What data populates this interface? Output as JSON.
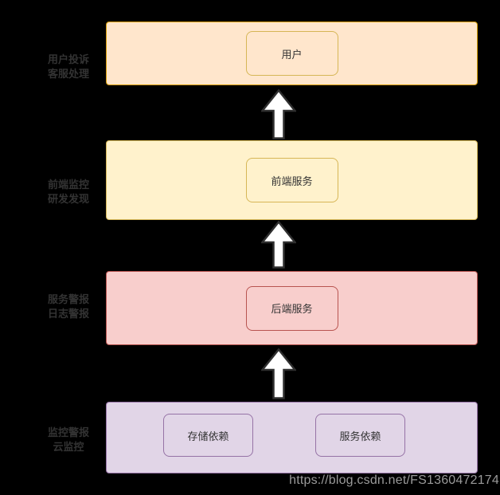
{
  "canvas": {
    "background": "#000000",
    "text_color": "#333333"
  },
  "watermark": {
    "text": "https://blog.csdn.net/FS1360472174",
    "color": "#9a9a9a"
  },
  "diagram": {
    "arrow": {
      "fill": "#ffffff",
      "stroke": "#2f2f2f"
    },
    "layers": [
      {
        "name": "user-complaint-layer",
        "side_label_lines": [
          "用户投诉",
          "客服处理"
        ],
        "fill": "#ffe6cc",
        "stroke": "#d79b00",
        "node_fill": "#ffe6cc",
        "node_stroke": "#d6b656",
        "nodes": [
          "用户"
        ]
      },
      {
        "name": "frontend-monitoring-layer",
        "side_label_lines": [
          "前端监控",
          "研发发现"
        ],
        "fill": "#fff2cc",
        "stroke": "#d6b656",
        "node_fill": "#fff2cc",
        "node_stroke": "#d6b656",
        "nodes": [
          "前端服务"
        ]
      },
      {
        "name": "service-alert-layer",
        "side_label_lines": [
          "服务警报",
          "日志警报"
        ],
        "fill": "#f8cecc",
        "stroke": "#b85450",
        "node_fill": "#f8cecc",
        "node_stroke": "#b85450",
        "nodes": [
          "后端服务"
        ]
      },
      {
        "name": "monitoring-alert-layer",
        "side_label_lines": [
          "监控警报",
          "云监控"
        ],
        "fill": "#e1d5e7",
        "stroke": "#9673a6",
        "node_fill": "#e1d5e7",
        "node_stroke": "#9673a6",
        "nodes": [
          "存储依赖",
          "服务依赖"
        ]
      }
    ]
  }
}
